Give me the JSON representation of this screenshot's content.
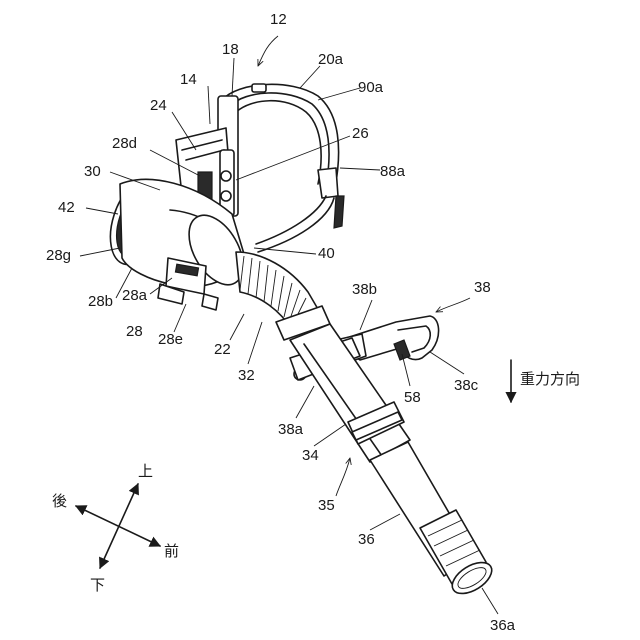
{
  "labels": {
    "l12": "12",
    "l18": "18",
    "l20a": "20a",
    "l90a": "90a",
    "l14": "14",
    "l24": "24",
    "l26": "26",
    "l28d": "28d",
    "l88a": "88a",
    "l30": "30",
    "l42": "42",
    "l40": "40",
    "l28g": "28g",
    "l38b": "38b",
    "l38": "38",
    "l28b": "28b",
    "l28a": "28a",
    "l28": "28",
    "l28e": "28e",
    "l22": "22",
    "l32": "32",
    "l58": "58",
    "l38c": "38c",
    "l38a": "38a",
    "l34": "34",
    "l35": "35",
    "l36": "36",
    "l36a": "36a"
  },
  "gravity": {
    "text": "重力方向"
  },
  "compass": {
    "up": "上",
    "back": "後",
    "front": "前",
    "down": "下"
  }
}
